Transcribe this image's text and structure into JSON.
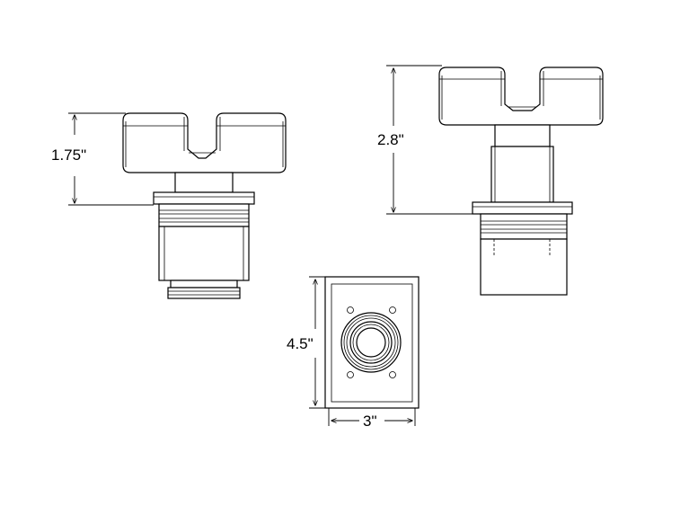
{
  "dimensions": {
    "left_height": "1.75\"",
    "right_height": "2.8\"",
    "plate_height": "4.5\"",
    "plate_width": "3\""
  }
}
